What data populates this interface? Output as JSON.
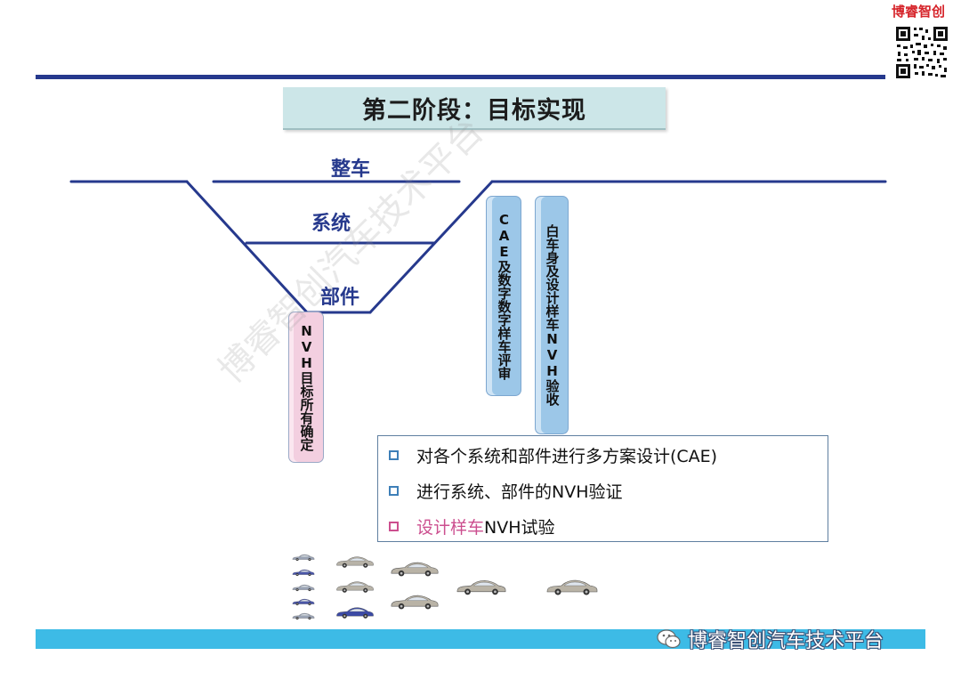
{
  "brand": {
    "name": "博睿智创"
  },
  "title": "第二阶段：目标实现",
  "levels": {
    "vehicle": "整车",
    "system": "系统",
    "component": "部件"
  },
  "pills": {
    "nvh_target": "NVH目标所有确定",
    "cae_review": "CAE及数字数字样车评审",
    "body_validation": "白车身及设计样车NVH验收"
  },
  "bullets": [
    {
      "text": "对各个系统和部件进行多方案设计(CAE)"
    },
    {
      "text": "进行系统、部件的NVH验证"
    },
    {
      "highlight": "设计样车",
      "text": "NVH试验"
    }
  ],
  "footer": {
    "text": "博睿智创汽车技术平台"
  },
  "watermark": "博睿智创汽车技术平台",
  "colors": {
    "navy": "#26398d",
    "title_fill": "#cce6e8",
    "pill_blue": "#9cc7e8",
    "pill_pink": "#f3cfe0",
    "bullet_blue": "#3e7fb8",
    "bullet_pink": "#cc4f8f",
    "footer_bar": "#3dbbe6",
    "brand_red": "#d6252b"
  },
  "icons": [
    "qr-code-icon",
    "checkbox-bullet-icon",
    "car-icon",
    "wechat-icon"
  ]
}
